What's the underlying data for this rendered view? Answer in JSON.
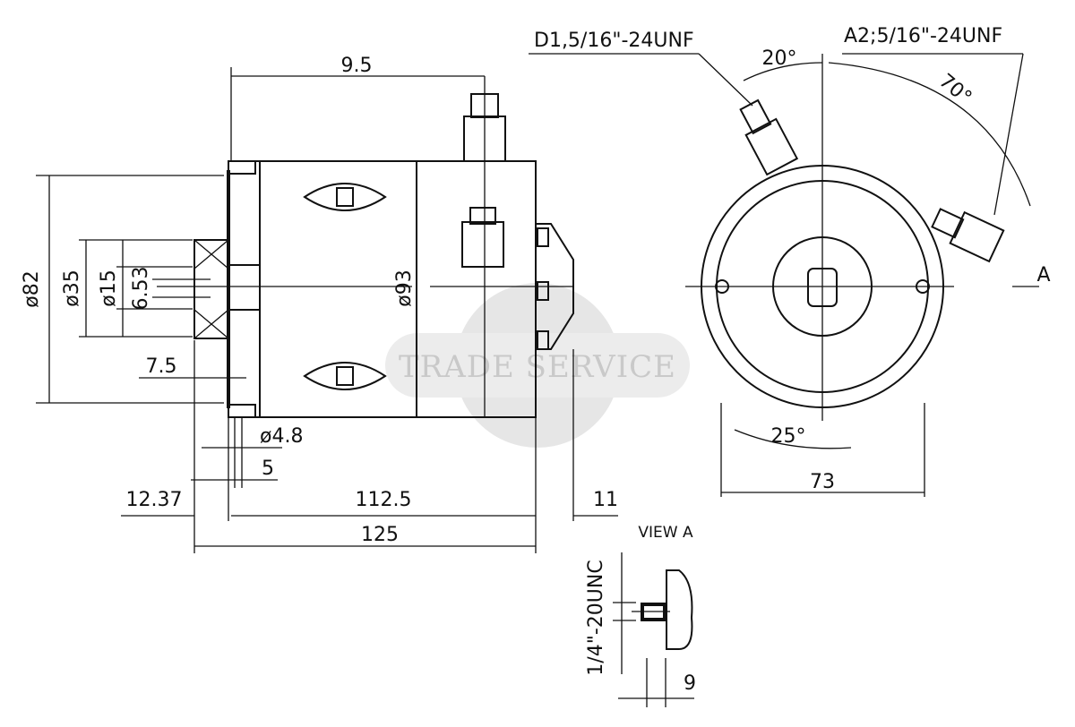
{
  "watermark": "TRADE SERVICE",
  "side_view": {
    "dim_top": "9.5",
    "dim_dia_82": "ø82",
    "dim_dia_35": "ø35",
    "dim_dia_15": "ø15",
    "dim_6_53": "6.53",
    "dim_dia_93": "ø93",
    "dim_7_5": "7.5",
    "dim_dia_4_8": "ø4.8",
    "dim_5": "5",
    "dim_12_37": "12.37",
    "dim_112_5": "112.5",
    "dim_11": "11",
    "dim_125": "125"
  },
  "end_view": {
    "terminal_d1": "D1,5/16\"-24UNF",
    "terminal_a2": "A2;5/16\"-24UNF",
    "angle_20": "20°",
    "angle_70": "70°",
    "angle_25": "25°",
    "dim_73": "73",
    "view_marker": "A"
  },
  "view_a": {
    "title": "VIEW A",
    "thread": "1/4\"-20UNC",
    "dim_9": "9"
  }
}
